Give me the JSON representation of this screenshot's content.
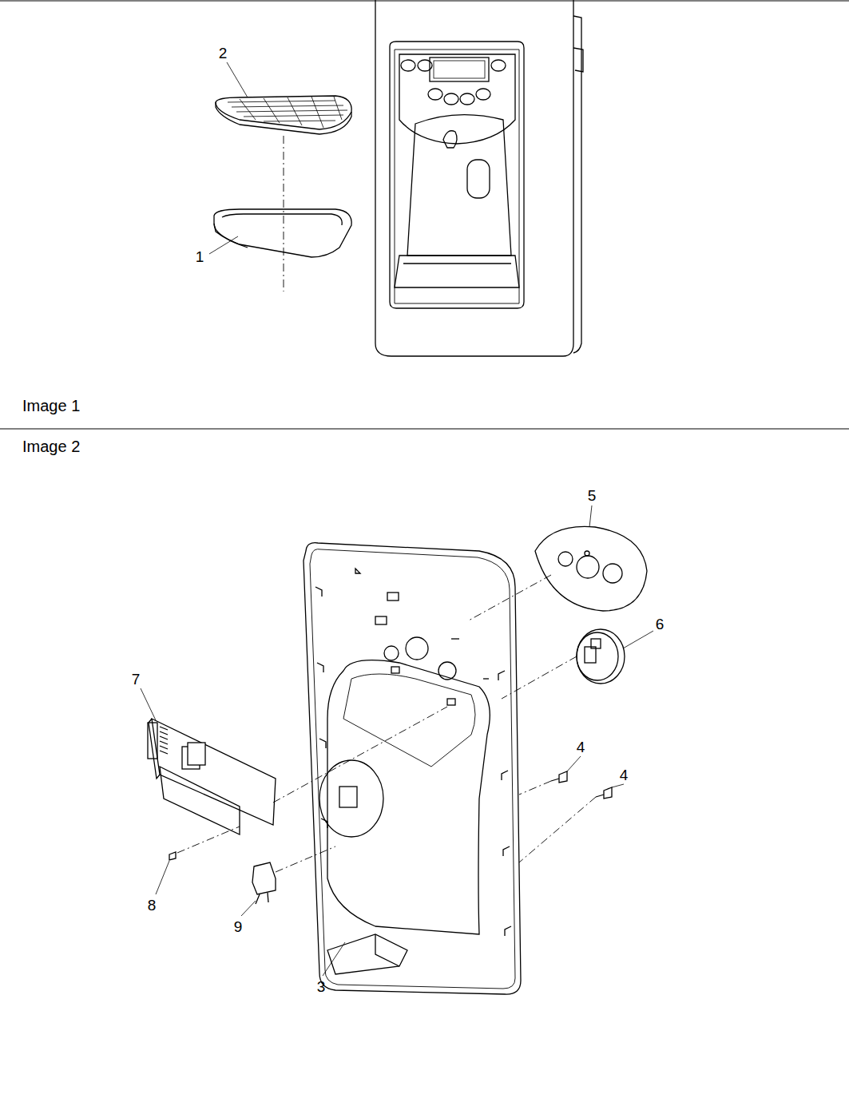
{
  "diagram": {
    "labels": [
      "2",
      "1",
      "Image 1",
      "Image 2",
      "5",
      "6",
      "7",
      "4",
      "4",
      "8",
      "9",
      "3"
    ]
  }
}
